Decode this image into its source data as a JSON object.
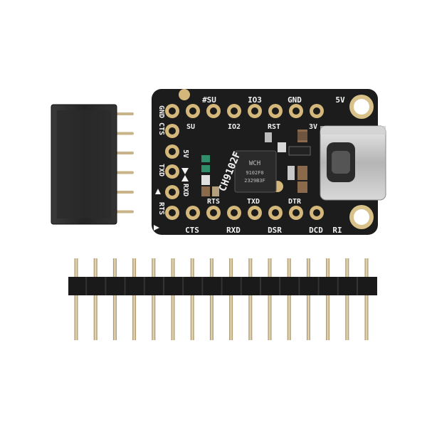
{
  "product_photo": {
    "board": {
      "top_pin_labels": [
        "#SU",
        "IO3",
        "GND",
        "5V"
      ],
      "left_pin_labels": [
        "GND",
        "CTS",
        "TXD",
        "RTS"
      ],
      "inner_labels_top": [
        "IO2",
        "RST",
        "3V"
      ],
      "inner_labels_left": [
        "SU",
        "5V",
        "RXD"
      ],
      "inner_labels_bottom": [
        "RTS",
        "TXD",
        "DTR"
      ],
      "bottom_pin_labels": [
        "CTS",
        "RXD",
        "DSR",
        "DCD",
        "RI"
      ],
      "chip_part_name": "CH9102F",
      "chip_markings": [
        "WCH",
        "9102F0",
        "2329B3F"
      ]
    },
    "colors": {
      "pcb": "#1c1c1c",
      "pad_gold": "#d4b77a",
      "silkscreen": "#f2f2f2",
      "header_plastic": "#2a2a2a",
      "pin_gold": "#c9b48a"
    }
  }
}
